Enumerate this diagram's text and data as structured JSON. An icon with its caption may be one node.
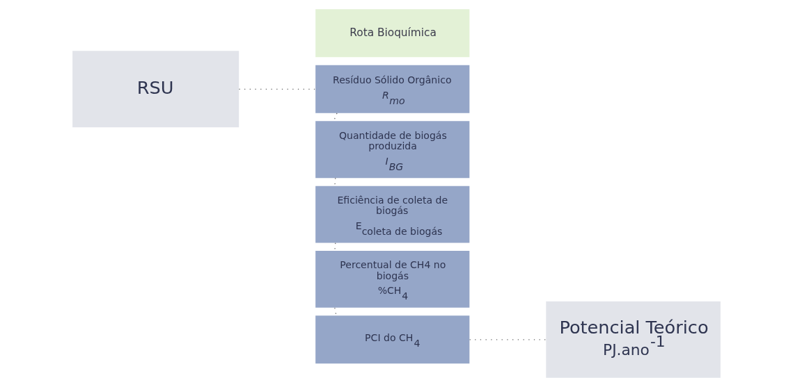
{
  "diagram": {
    "nodes": [
      {
        "text": [
          "Rota Bioquímica"
        ]
      },
      {
        "text": [
          "RSU"
        ]
      },
      {
        "text": [
          "Resíduo Sólido Orgânico",
          "*R$_{mo}$*"
        ]
      },
      {
        "text": [
          "Quantidade de biogás produzida",
          "*I$_{BG}$*"
        ]
      },
      {
        "text": [
          "Eficiência de coleta de biogás",
          "E$_{coleta de biogás}$"
        ]
      },
      {
        "text": [
          "Percentual de CH4 no biogás",
          "%CH$_{4}$"
        ]
      },
      {
        "text": [
          "PCI do CH$_{4}$"
        ]
      },
      {
        "text": [
          "Potencial Teórico",
          "PJ.ano$^{-1}$"
        ]
      }
    ],
    "edges": [
      {
        "from": 1,
        "to": 2,
        "arrow": "none",
        "style": "dashed"
      },
      {
        "from": 2,
        "to": 3,
        "arrow": "none",
        "style": "dashed"
      },
      {
        "from": 3,
        "to": 4,
        "arrow": "none",
        "style": "dashed"
      },
      {
        "from": 4,
        "to": 5,
        "arrow": "none",
        "style": "dashed"
      },
      {
        "from": 5,
        "to": 6,
        "arrow": "none",
        "style": "dashed"
      },
      {
        "from": 6,
        "to": 7,
        "arrow": "none",
        "style": "dashed"
      }
    ]
  }
}
